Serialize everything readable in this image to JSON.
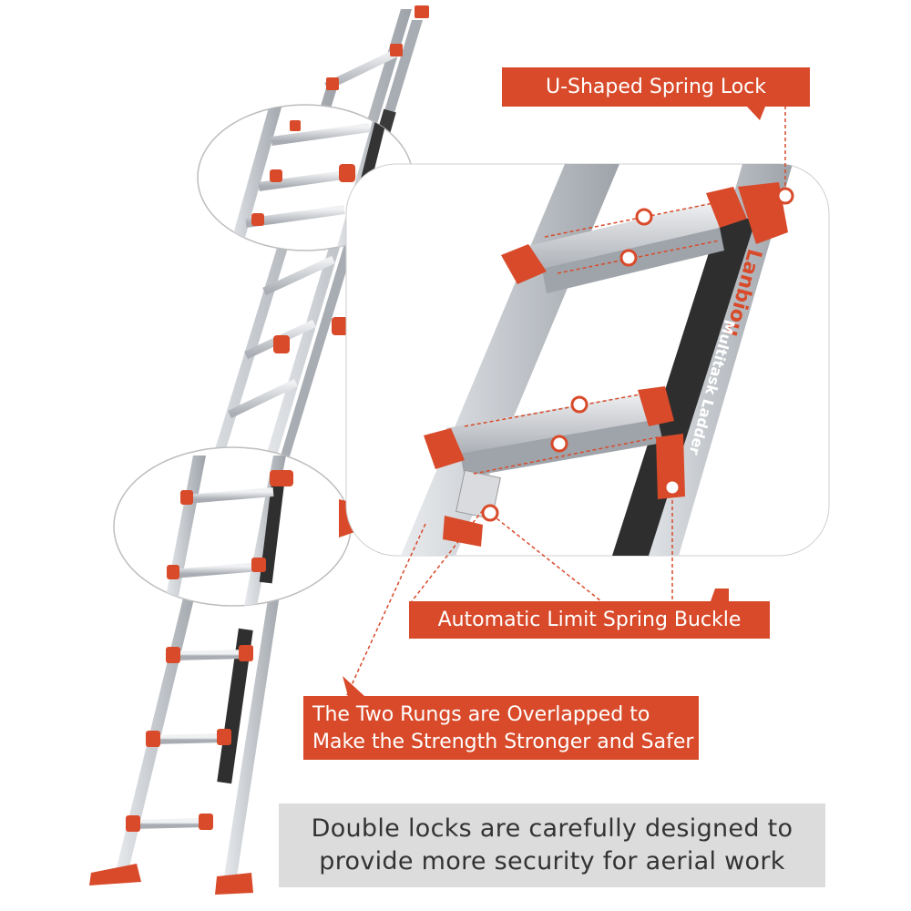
{
  "callouts": {
    "spring_lock": "U-Shaped Spring Lock",
    "limit_buckle": "Automatic  Limit Spring Buckle",
    "rungs_line1": "The Two Rungs are Overlapped to",
    "rungs_line2": "Make the Strength Stronger and Safer"
  },
  "note": {
    "line1": "Double locks are carefully designed to",
    "line2": "provide more security for aerial work"
  },
  "ladder_label": {
    "brand": "Lanbiou",
    "model": "Multitask Ladder"
  },
  "colors": {
    "accent": "#d84a2a",
    "aluminum": "#c9ccd0",
    "note_bg": "#dcdcdc",
    "note_text": "#333333"
  }
}
